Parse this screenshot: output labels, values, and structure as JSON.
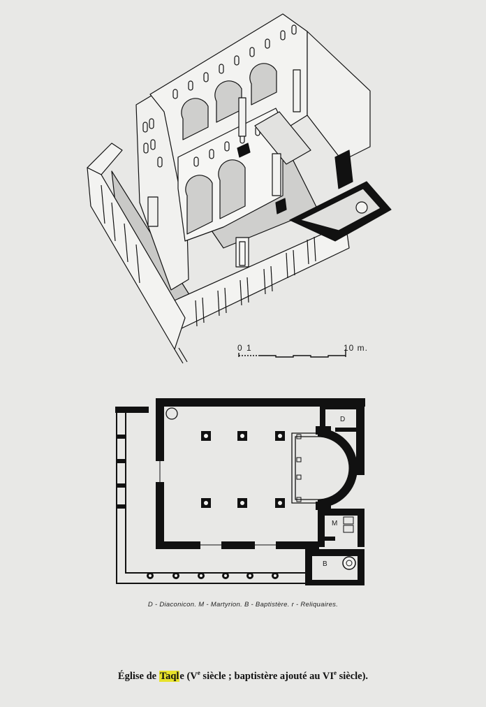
{
  "scale_bar": {
    "zero": "0",
    "one": "1",
    "ten": "10 m."
  },
  "plan_labels": {
    "diaconicon": "D",
    "martyrion": "M",
    "baptistere": "B"
  },
  "legend": "D - Diaconicon. M - Martyrion. B - Baptistère. r - Reliquaires.",
  "caption": {
    "prefix": "Église de ",
    "highlight": "Taql",
    "after_highlight": "e (V",
    "sup1": "e",
    "middle": " siècle ; baptistère ajouté au VI",
    "sup2": "e",
    "suffix": " siècle)."
  },
  "colors": {
    "highlight": "#e7e22a",
    "ink": "#111111",
    "paper": "#e8e8e6",
    "shade": "#c9c9c7"
  }
}
